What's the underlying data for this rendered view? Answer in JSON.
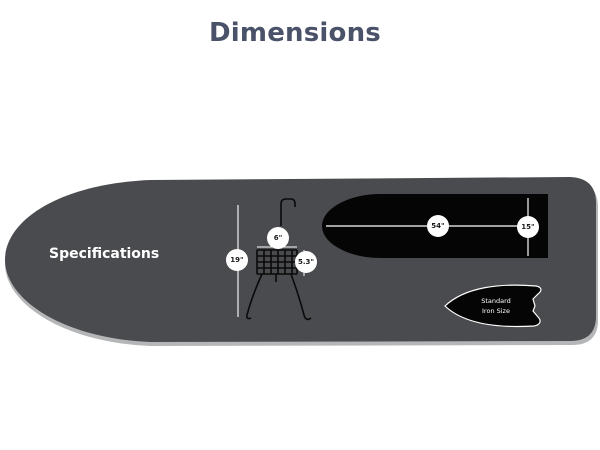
{
  "title": "Dimensions",
  "board": {
    "label": "Specifications",
    "color": "#4a4b4e"
  },
  "measurements": {
    "cover_length": "54\"",
    "cover_width": "15\"",
    "rack_height": "19\"",
    "basket_width": "6\"",
    "basket_depth": "5.3\""
  },
  "iron": {
    "line1": "Standard",
    "line2": "Iron Size"
  },
  "colors": {
    "title": "#4a5269",
    "board": "#4a4b4e",
    "cover": "#050505",
    "badge": "#ffffff"
  }
}
